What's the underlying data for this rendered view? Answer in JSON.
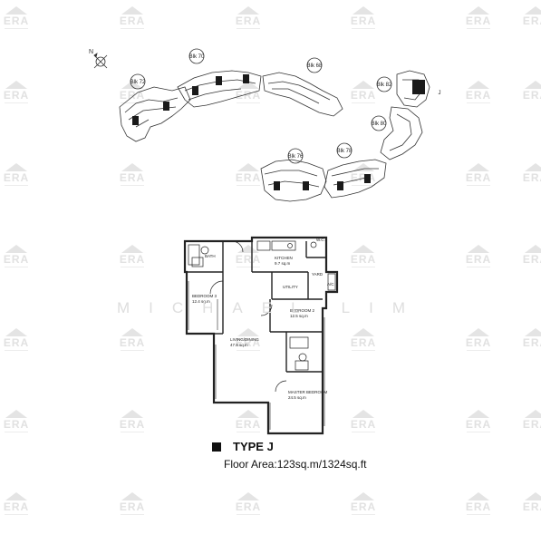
{
  "site_plan": {
    "north_label": "N",
    "blocks": [
      {
        "label": "Blk 72"
      },
      {
        "label": "Blk 70"
      },
      {
        "label": "Blk 68"
      },
      {
        "label": "Blk 82"
      },
      {
        "label": "Blk 80"
      },
      {
        "label": "Blk 76"
      },
      {
        "label": "Blk 78"
      }
    ],
    "unit_marker": "J"
  },
  "floor_plan": {
    "rooms": [
      {
        "name": "BATH",
        "area": ""
      },
      {
        "name": "KITCHEN",
        "area": "9.7 sq.m"
      },
      {
        "name": "W.C.",
        "area": ""
      },
      {
        "name": "YARD",
        "area": ""
      },
      {
        "name": "A/C",
        "area": ""
      },
      {
        "name": "UTILITY",
        "area": ""
      },
      {
        "name": "BEDROOM 3",
        "area": "12.4 sq.m"
      },
      {
        "name": "BEDROOM 2",
        "area": "12.5 sq.m"
      },
      {
        "name": "LIVING/DINING",
        "area": "47.8 sq.m"
      },
      {
        "name": "MASTER BEDROOM",
        "area": "24.5 sq.m"
      }
    ]
  },
  "unit_type": "TYPE J",
  "floor_area": "Floor Area:123sq.m/1324sq.ft",
  "watermark": {
    "logo_text": "ERA",
    "name_text": "MICHAEL LIM"
  },
  "colors": {
    "line": "#222222",
    "block_fill": "#1a1a1a",
    "watermark": "#e1e1e1"
  }
}
